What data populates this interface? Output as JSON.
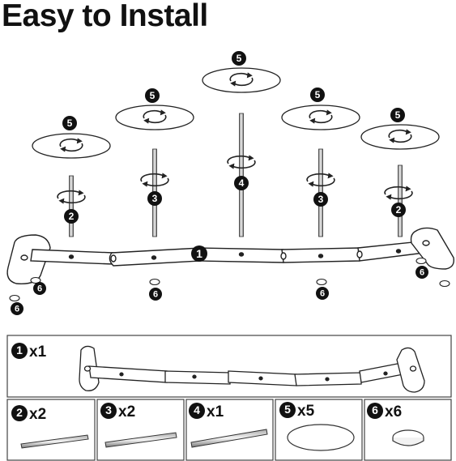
{
  "title": "Easy to Install",
  "assembly": {
    "base_label": "1",
    "cup_label": "5",
    "rod_labels": [
      "2",
      "3",
      "4",
      "3",
      "2"
    ],
    "foot_label": "6"
  },
  "parts": [
    {
      "number": "1",
      "qty": "x1",
      "name": "base"
    },
    {
      "number": "2",
      "qty": "x2",
      "name": "short-rod"
    },
    {
      "number": "3",
      "qty": "x2",
      "name": "medium-rod"
    },
    {
      "number": "4",
      "qty": "x1",
      "name": "long-rod"
    },
    {
      "number": "5",
      "qty": "x5",
      "name": "cup-plate"
    },
    {
      "number": "6",
      "qty": "x6",
      "name": "foot-pad"
    }
  ],
  "colors": {
    "line": "#222222",
    "fill": "#ffffff",
    "badge": "#111111",
    "frame": "#444444"
  }
}
